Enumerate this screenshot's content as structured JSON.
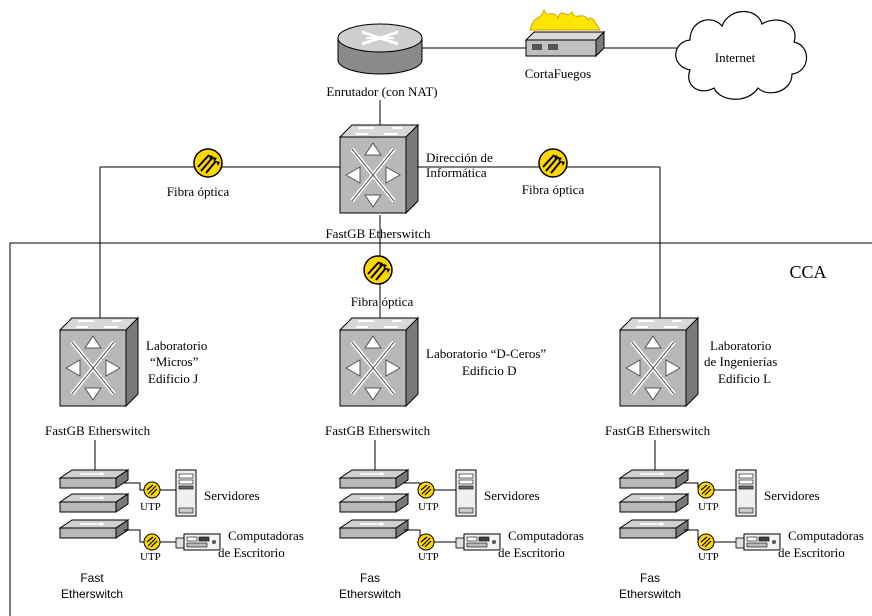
{
  "top": {
    "router_label": "Enrutador (con NAT)",
    "firewall_label": "CortaFuegos",
    "internet_label": "Internet"
  },
  "core": {
    "switch_label_line1": "Dirección de",
    "switch_label_line2": "Informática",
    "switch_caption": "FastGB Etherswitch",
    "fiber_left": "Fibra óptica",
    "fiber_right": "Fibra óptica",
    "fiber_center": "Fibra óptica"
  },
  "campus_label": "CCA",
  "buildings": [
    {
      "label_lines": [
        "Laboratorio",
        "“Micros”",
        "Edificio J"
      ],
      "switch_caption": "FastGB Etherswitch",
      "utp_top": "UTP",
      "utp_bottom": "UTP",
      "servers": "Servidores",
      "desktops_line1": "Computadoras",
      "desktops_line2": "de Escritorio",
      "stack_line1": "Fast",
      "stack_line2": "Etherswitch"
    },
    {
      "label_lines": [
        "Laboratorio “D-Ceros”",
        "Edificio D"
      ],
      "switch_caption": "FastGB Etherswitch",
      "utp_top": "UTP",
      "utp_bottom": "UTP",
      "servers": "Servidores",
      "desktops_line1": "Computadoras",
      "desktops_line2": "de Escritorio",
      "stack_line1": "Fas",
      "stack_line2": "Etherswitch"
    },
    {
      "label_lines": [
        "Laboratorio",
        "de Ingenierías",
        "Edificio L"
      ],
      "switch_caption": "FastGB Etherswitch",
      "utp_top": "UTP",
      "utp_bottom": "UTP",
      "servers": "Servidores",
      "desktops_line1": "Computadoras",
      "desktops_line2": "de Escritorio",
      "stack_line1": "Fas",
      "stack_line2": "Etherswitch"
    }
  ],
  "colors": {
    "device_gray": "#c0c0c0",
    "device_dark": "#808080",
    "fiber_yellow": "#ffd700",
    "flame_yellow": "#ffe600"
  }
}
